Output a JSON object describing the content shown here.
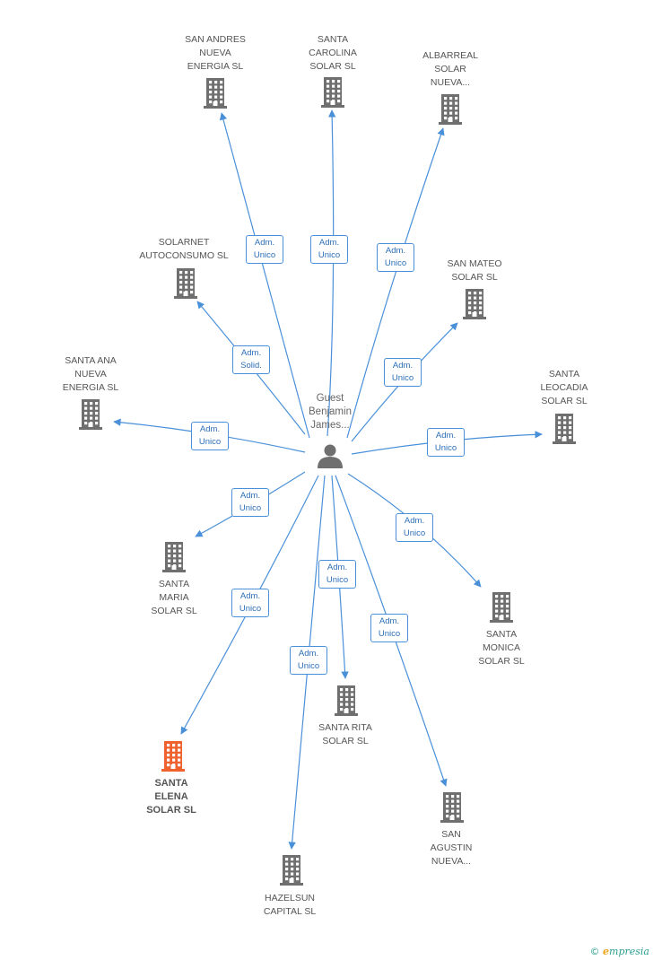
{
  "colors": {
    "edge": "#4a90d9",
    "building": "#6f6f6f",
    "building_highlight": "#f0622d",
    "person": "#6f6f6f"
  },
  "center": {
    "label": "Guest\nBenjamin\nJames...",
    "icon": "person-icon"
  },
  "nodes": [
    {
      "id": "san-andres",
      "label": "SAN ANDRES\nNUEVA\nENERGIA SL",
      "icon": "building-icon",
      "highlight": false
    },
    {
      "id": "santa-carolina",
      "label": "SANTA\nCAROLINA\nSOLAR SL",
      "icon": "building-icon",
      "highlight": false
    },
    {
      "id": "albarreal",
      "label": "ALBARREAL\nSOLAR\nNUEVA...",
      "icon": "building-icon",
      "highlight": false
    },
    {
      "id": "solarnet",
      "label": "SOLARNET\nAUTOCONSUMO SL",
      "icon": "building-icon",
      "highlight": false
    },
    {
      "id": "san-mateo",
      "label": "SAN MATEO\nSOLAR SL",
      "icon": "building-icon",
      "highlight": false
    },
    {
      "id": "santa-ana",
      "label": "SANTA ANA\nNUEVA\nENERGIA SL",
      "icon": "building-icon",
      "highlight": false
    },
    {
      "id": "santa-leocadia",
      "label": "SANTA\nLEOCADIA\nSOLAR SL",
      "icon": "building-icon",
      "highlight": false
    },
    {
      "id": "santa-maria",
      "label": "SANTA\nMARIA\nSOLAR SL",
      "icon": "building-icon",
      "highlight": false
    },
    {
      "id": "santa-monica",
      "label": "SANTA\nMONICA\nSOLAR SL",
      "icon": "building-icon",
      "highlight": false
    },
    {
      "id": "santa-rita",
      "label": "SANTA RITA\nSOLAR SL",
      "icon": "building-icon",
      "highlight": false
    },
    {
      "id": "santa-elena",
      "label": "SANTA\nELENA\nSOLAR SL",
      "icon": "building-icon",
      "highlight": true
    },
    {
      "id": "san-agustin",
      "label": "SAN\nAGUSTIN\nNUEVA...",
      "icon": "building-icon",
      "highlight": false
    },
    {
      "id": "hazelsun",
      "label": "HAZELSUN\nCAPITAL SL",
      "icon": "building-icon",
      "highlight": false
    }
  ],
  "edges": [
    {
      "to": "san-andres",
      "label": "Adm.\nUnico"
    },
    {
      "to": "santa-carolina",
      "label": "Adm.\nUnico"
    },
    {
      "to": "albarreal",
      "label": "Adm.\nUnico"
    },
    {
      "to": "solarnet",
      "label": "Adm.\nSolid."
    },
    {
      "to": "san-mateo",
      "label": "Adm.\nUnico"
    },
    {
      "to": "santa-ana",
      "label": "Adm.\nUnico"
    },
    {
      "to": "santa-leocadia",
      "label": "Adm.\nUnico"
    },
    {
      "to": "santa-maria",
      "label": "Adm.\nUnico"
    },
    {
      "to": "santa-monica",
      "label": "Adm.\nUnico"
    },
    {
      "to": "santa-rita",
      "label": "Adm.\nUnico"
    },
    {
      "to": "santa-elena",
      "label": "Adm.\nUnico"
    },
    {
      "to": "san-agustin",
      "label": "Adm.\nUnico"
    },
    {
      "to": "hazelsun",
      "label": "Adm.\nUnico"
    }
  ],
  "footer": {
    "copyright": "©",
    "brand_initial": "e",
    "brand_rest": "mpresia"
  }
}
